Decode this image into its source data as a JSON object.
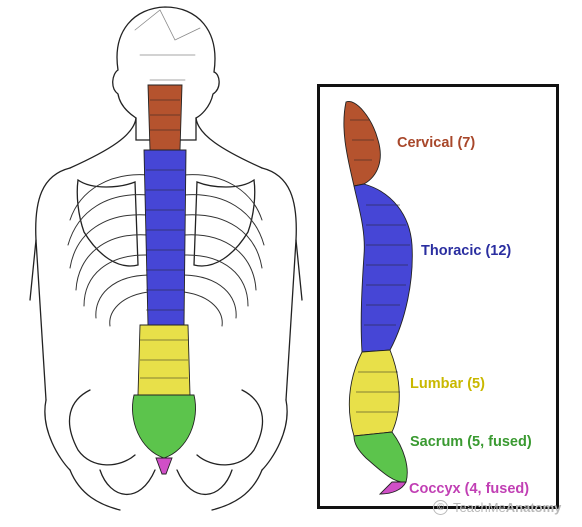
{
  "labels": {
    "cervical": "Cervical (7)",
    "thoracic": "Thoracic (12)",
    "lumbar": "Lumbar (5)",
    "sacrum": "Sacrum (5, fused)",
    "coccyx": "Coccyx (4, fused)"
  },
  "watermark": {
    "prefix": "Teach",
    "brand": "Me",
    "suffix": "Anatomy",
    "copyright_symbol": "©"
  },
  "colors": {
    "cervical": "#b5532e",
    "thoracic": "#4646d6",
    "lumbar": "#e8e049",
    "sacrum": "#5cc44c",
    "coccyx": "#d04fc7",
    "cervical_text": "#a8472a",
    "thoracic_text": "#2a2ea0",
    "lumbar_text": "#c9b800",
    "sacrum_text": "#3a9a31",
    "coccyx_text": "#c13fb4",
    "outline": "#222222"
  }
}
